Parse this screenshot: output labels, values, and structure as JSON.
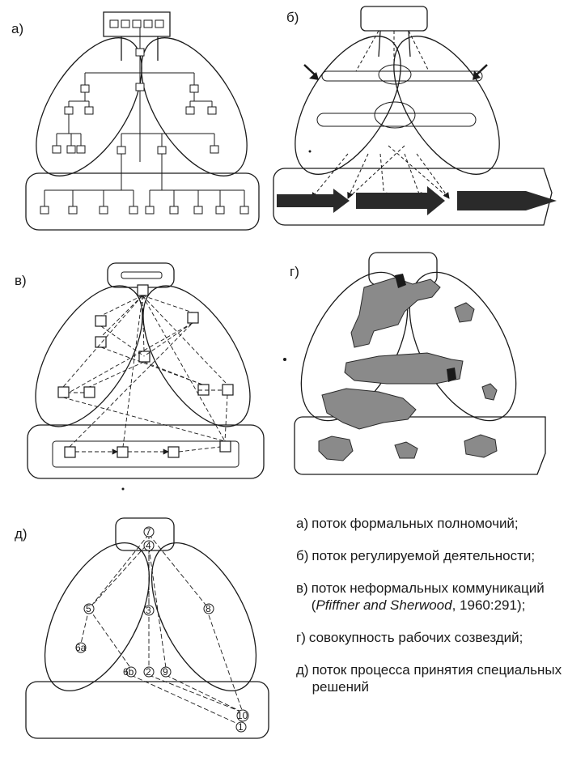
{
  "panels": {
    "a": "а)",
    "b": "б)",
    "v": "в)",
    "g": "г)",
    "d": "д)"
  },
  "decision_nodes": {
    "n7": "7",
    "n4": "4",
    "n5": "5",
    "n3": "3",
    "n8": "8",
    "n6a": "6a",
    "n6b": "6b",
    "n2": "2",
    "n9": "9",
    "n10": "10",
    "n1": "1"
  },
  "legend": [
    {
      "key": "а)",
      "text": "поток формальных полномочий;"
    },
    {
      "key": "б)",
      "text": "поток регулируемой деятельности;"
    },
    {
      "key": "в)",
      "text_before": "поток неформальных коммуникаций (",
      "author": "Pfiffner and Sherwood",
      "text_after": ", 1960:291);"
    },
    {
      "key": "г)",
      "text": "совокупность рабочих созвездий;"
    },
    {
      "key": "д)",
      "text": "поток процесса принятия специальных решений"
    }
  ],
  "colors": {
    "ink": "#1a1a1a",
    "blob_fill": "#8a8a8a",
    "arrow_fill": "#2a2a2a"
  }
}
